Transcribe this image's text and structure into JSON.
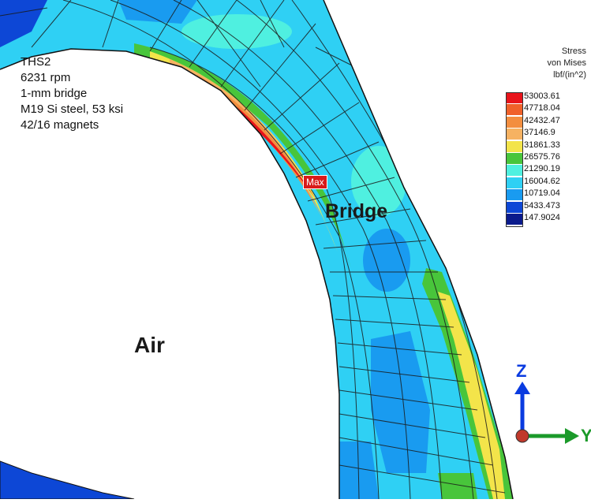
{
  "model_info": [
    "THS2",
    "6231 rpm",
    "1-mm bridge",
    "M19 Si steel, 53 ksi",
    "42/16 magnets"
  ],
  "regions": {
    "air": "Air",
    "bridge": "Bridge"
  },
  "max_marker": "Max",
  "legend": {
    "title_lines": [
      "Stress",
      "von Mises",
      "lbf/(in^2)"
    ],
    "entries": [
      {
        "value": "53003.61",
        "color": "#e8141b"
      },
      {
        "value": "47718.04",
        "color": "#f0612a"
      },
      {
        "value": "42432.47",
        "color": "#f38e3f"
      },
      {
        "value": "37146.9",
        "color": "#f6b262"
      },
      {
        "value": "31861.33",
        "color": "#f3e44a"
      },
      {
        "value": "26575.76",
        "color": "#48c53b"
      },
      {
        "value": "21290.19",
        "color": "#4ff0e0"
      },
      {
        "value": "16004.62",
        "color": "#2fd0f4"
      },
      {
        "value": "10719.04",
        "color": "#199bf0"
      },
      {
        "value": "5433.473",
        "color": "#0d47d6"
      },
      {
        "value": "147.9024",
        "color": "#0a1a8c"
      }
    ]
  },
  "axes": {
    "z": "Z",
    "y": "Y"
  }
}
